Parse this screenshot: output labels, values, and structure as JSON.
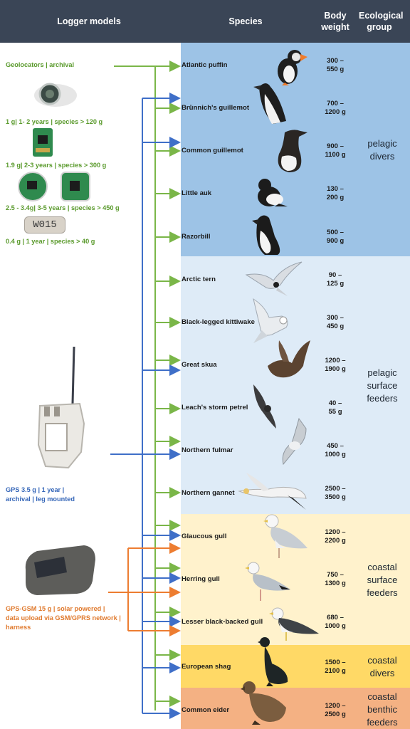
{
  "header": {
    "logger_models": "Logger models",
    "species": "Species",
    "body_weight_1": "Body",
    "body_weight_2": "weight",
    "eco_group_1": "Ecological",
    "eco_group_2": "group"
  },
  "colors": {
    "header_bg": "#3a4556",
    "geolocator_green": "#7ab648",
    "gps_blue": "#3f6fc8",
    "gsm_orange": "#ed7d31",
    "pelagic_divers_bg": "#9dc3e6",
    "pelagic_surface_bg": "#deebf7",
    "coastal_surface_bg": "#fff2cc",
    "coastal_divers_bg": "#ffd966",
    "coastal_benthic_bg": "#f4b183"
  },
  "loggers": {
    "geolocators": "Geolocators | archival",
    "geo_1": "1 g| 1- 2 years | species > 120 g",
    "geo_2": "1.9 g| 2-3 years | species > 300 g",
    "geo_3": "2.5 - 3.4g| 3-5 years | species > 450 g",
    "geo_4_tag": "W015",
    "geo_4": "0.4 g | 1 year | species > 40 g",
    "gps_1": "GPS 3.5 g | 1 year |",
    "gps_2": "archival | leg mounted",
    "gsm_1": "GPS-GSM 15 g | solar powered |",
    "gsm_2": "data upload via GSM/GPRS network |",
    "gsm_3": "harness"
  },
  "species": [
    {
      "name": "Atlantic puffin",
      "w1": "300 –",
      "w2": "550 g"
    },
    {
      "name": "Brünnich's guillemot",
      "w1": "700 –",
      "w2": "1200 g"
    },
    {
      "name": "Common guillemot",
      "w1": "900 –",
      "w2": "1100 g"
    },
    {
      "name": "Little auk",
      "w1": "130 –",
      "w2": "200 g"
    },
    {
      "name": "Razorbill",
      "w1": "500 –",
      "w2": "900 g"
    },
    {
      "name": "Arctic tern",
      "w1": "90 –",
      "w2": "125 g"
    },
    {
      "name": "Black-legged kittiwake",
      "w1": "300 –",
      "w2": "450 g"
    },
    {
      "name": "Great  skua",
      "w1": "1200 –",
      "w2": "1900 g"
    },
    {
      "name": "Leach's storm petrel",
      "w1": "40 –",
      "w2": "55 g"
    },
    {
      "name": "Northern fulmar",
      "w1": "450 –",
      "w2": "1000 g"
    },
    {
      "name": "Northern gannet",
      "w1": "2500 –",
      "w2": "3500 g"
    },
    {
      "name": "Glaucous gull",
      "w1": "1200 –",
      "w2": "2200 g"
    },
    {
      "name": "Herring gull",
      "w1": "750 –",
      "w2": "1300 g"
    },
    {
      "name": "Lesser black-backed gull",
      "w1": "680 –",
      "w2": "1000 g"
    },
    {
      "name": "European shag",
      "w1": "1500 –",
      "w2": "2100 g"
    },
    {
      "name": "Common eider",
      "w1": "1200 –",
      "w2": "2500 g"
    }
  ],
  "groups": {
    "pelagic_divers": [
      "pelagic",
      "divers"
    ],
    "pelagic_surface": [
      "pelagic",
      "surface",
      "feeders"
    ],
    "coastal_surface": [
      "coastal",
      "surface",
      "feeders"
    ],
    "coastal_divers": [
      "coastal",
      "divers"
    ],
    "coastal_benthic": [
      "coastal",
      "benthic",
      "feeders"
    ]
  }
}
